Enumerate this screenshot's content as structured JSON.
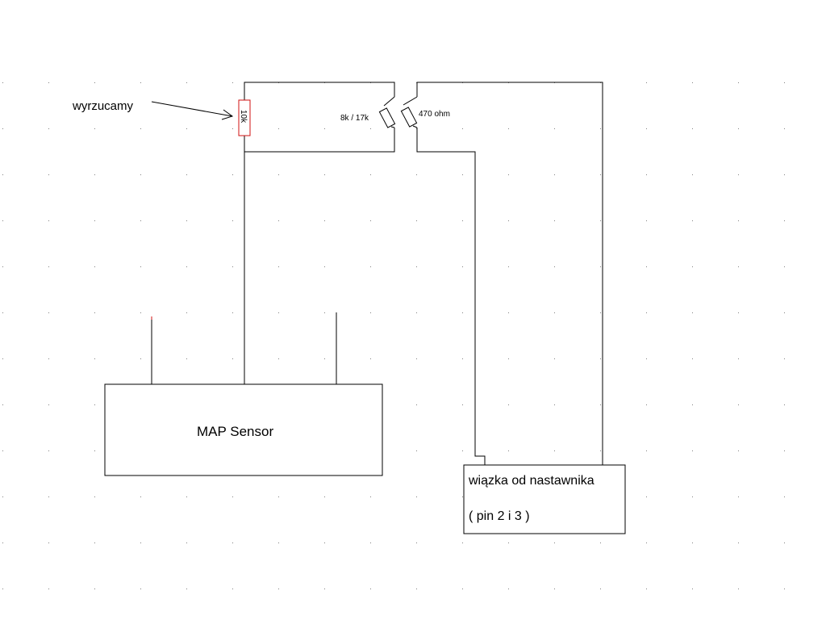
{
  "labels": {
    "discard": "wyrzucamy",
    "r_10k": "10k",
    "r_8k17k": "8k / 17k",
    "r_470": "470 ohm",
    "map_sensor": "MAP Sensor",
    "harness_line1": "wiązka od nastawnika",
    "harness_line2": "( pin 2 i 3 )"
  },
  "colors": {
    "wire": "#000000",
    "highlight": "#d01010",
    "grid": "#808080"
  }
}
